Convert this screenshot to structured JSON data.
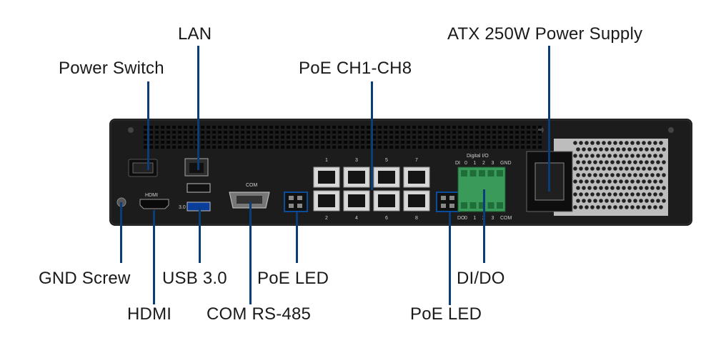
{
  "labels": {
    "lan": "LAN",
    "power_switch": "Power Switch",
    "poe_ch": "PoE CH1-CH8",
    "atx_psu": "ATX 250W Power Supply",
    "gnd_screw": "GND Screw",
    "usb3": "USB 3.0",
    "poe_led_left": "PoE LED",
    "di_do": "DI/DO",
    "hdmi": "HDMI",
    "com_rs485": "COM RS-485",
    "poe_led_right": "PoE LED"
  },
  "panel_text": {
    "hdmi": "HDMI",
    "com": "COM",
    "usb3": "3.0",
    "port_top": [
      "1",
      "3",
      "5",
      "7"
    ],
    "port_bottom": [
      "2",
      "4",
      "6",
      "8"
    ],
    "digital_io": "Digital I/O",
    "di": "DI",
    "do": "DO",
    "dio_top": [
      "0",
      "1",
      "2",
      "3",
      "GND"
    ],
    "dio_bottom": [
      "0",
      "1",
      "2",
      "3",
      "COM"
    ]
  },
  "colors": {
    "leader_line": "#0b3d7a",
    "chassis": "#1f1f1f",
    "terminal_block": "#3a9a5a"
  }
}
